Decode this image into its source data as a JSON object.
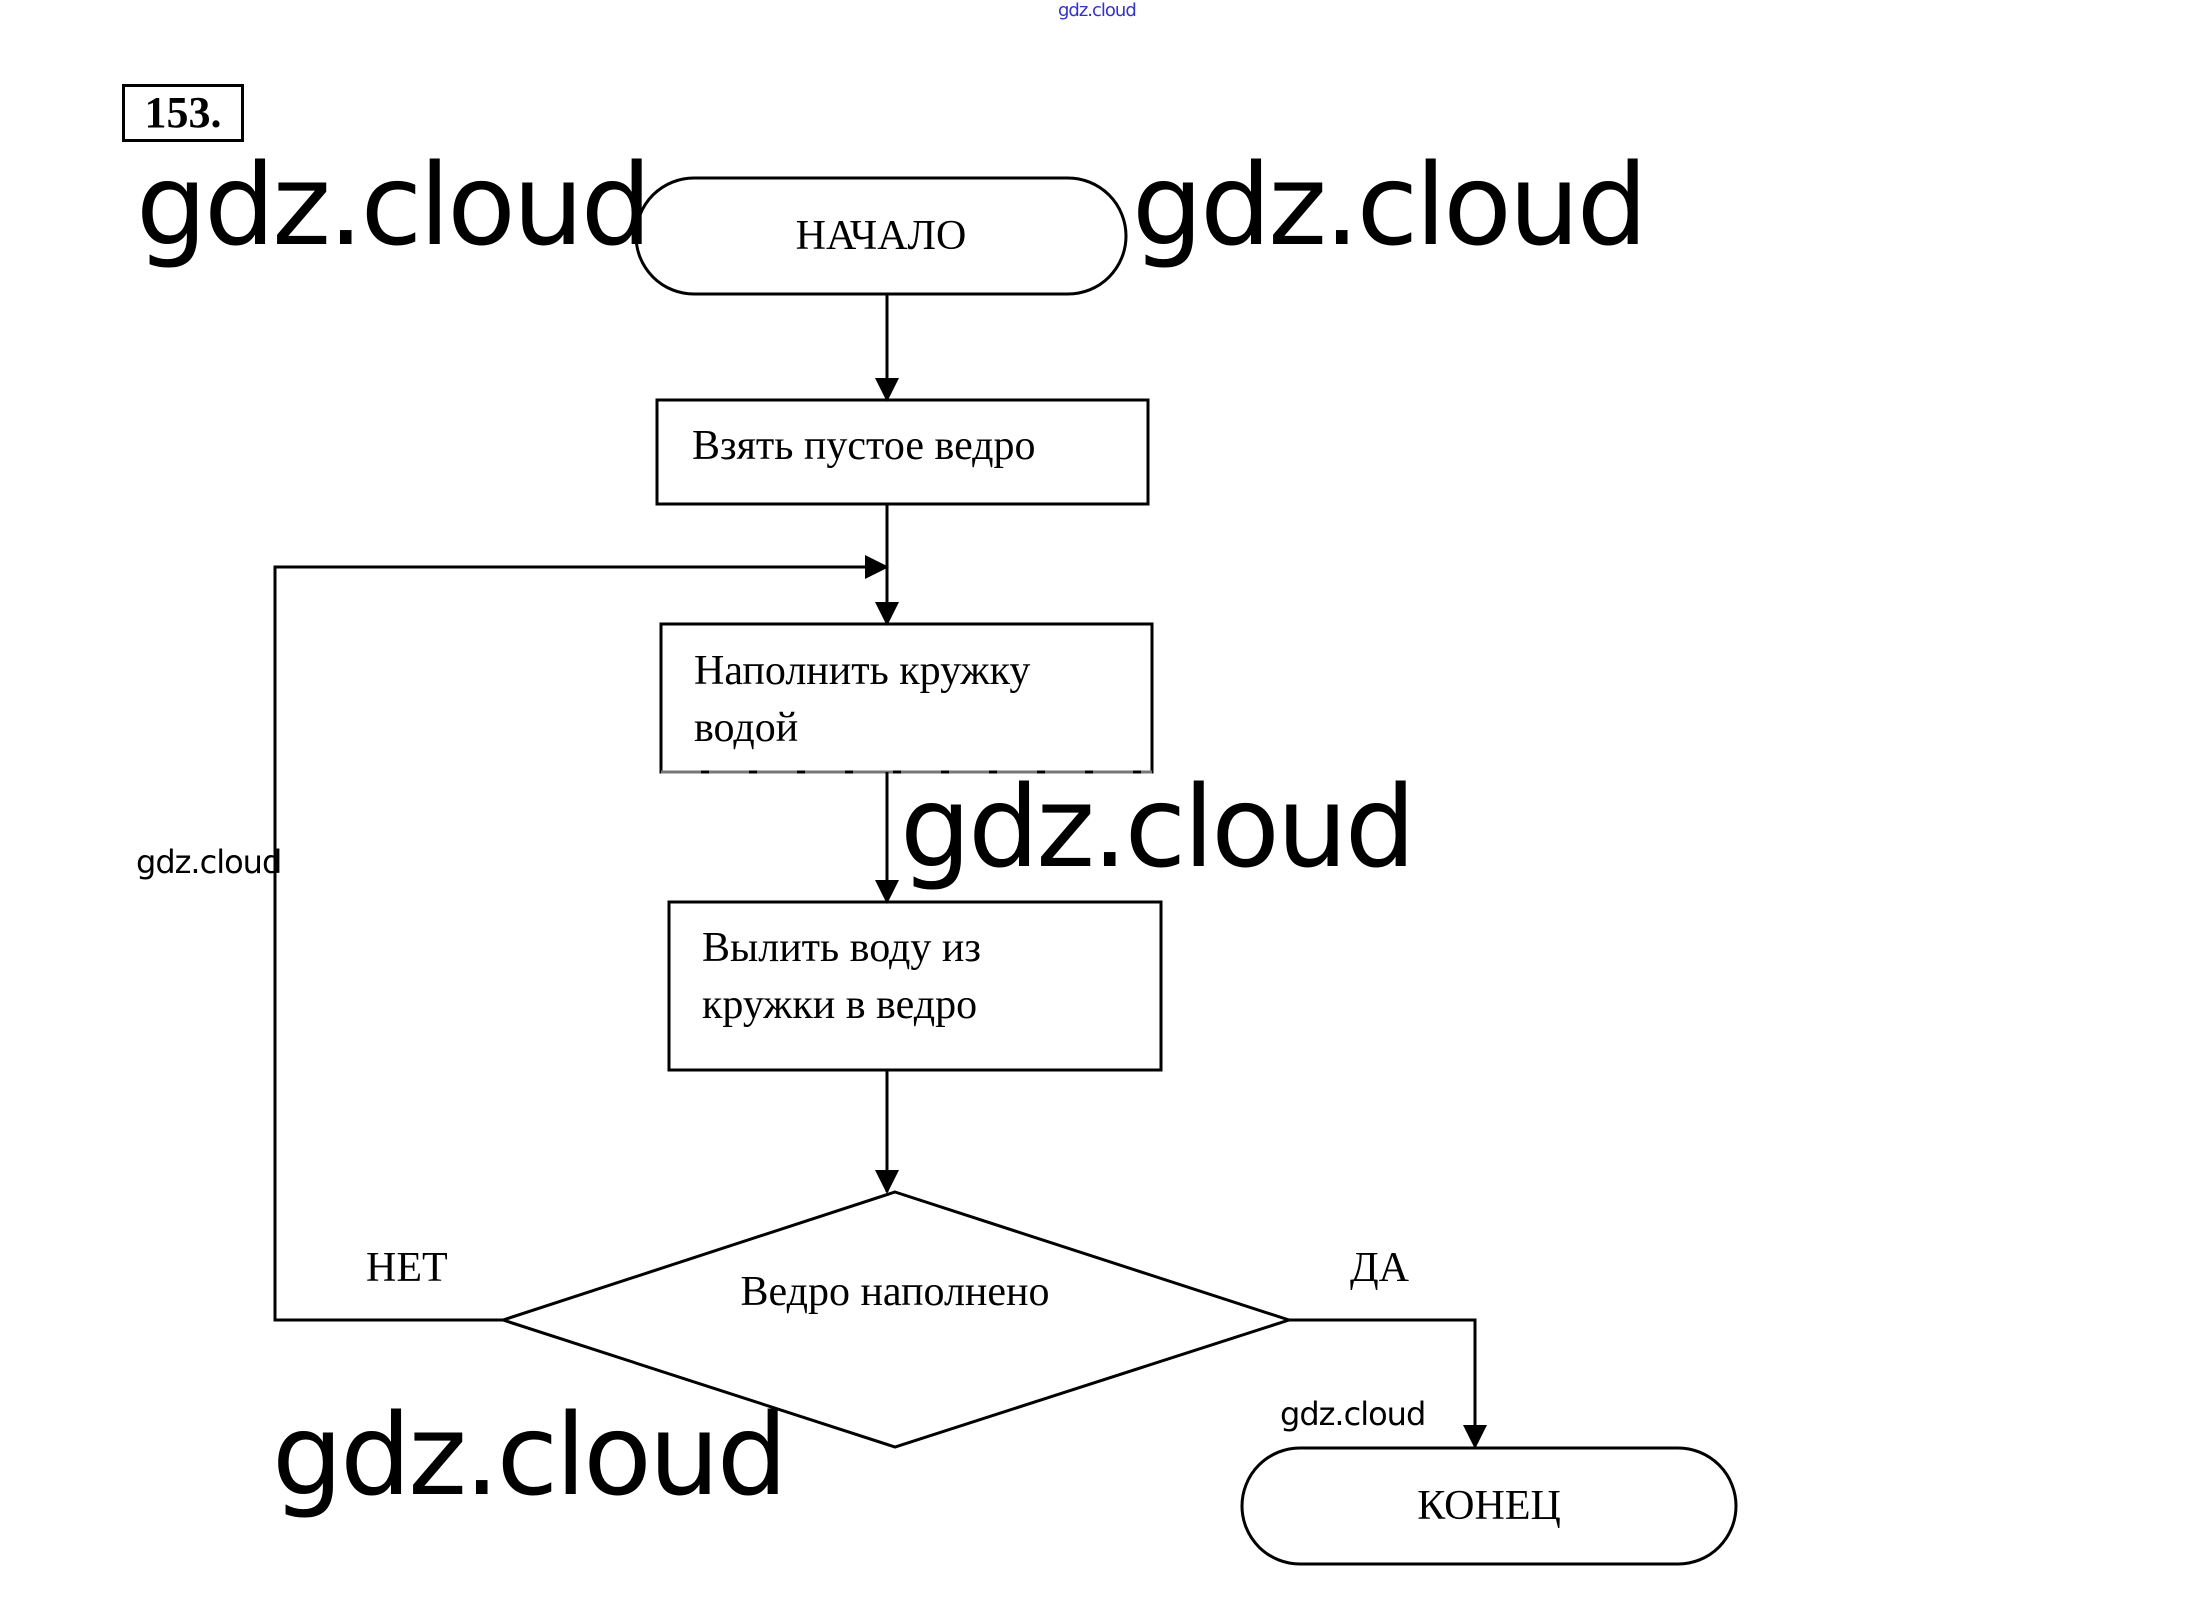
{
  "problem_number": "153.",
  "flowchart": {
    "start": "НАЧАЛО",
    "step1": "Взять пустое ведро",
    "step2_line1": "Наполнить кружку",
    "step2_line2": "водой",
    "step3_line1": "Вылить воду из",
    "step3_line2": "кружки в ведро",
    "decision": "Ведро наполнено",
    "no_label": "НЕТ",
    "yes_label": "ДА",
    "end": "КОНЕЦ"
  },
  "watermarks": {
    "top": "gdz.cloud",
    "large": "gdz.cloud",
    "small": "gdz.cloud"
  }
}
